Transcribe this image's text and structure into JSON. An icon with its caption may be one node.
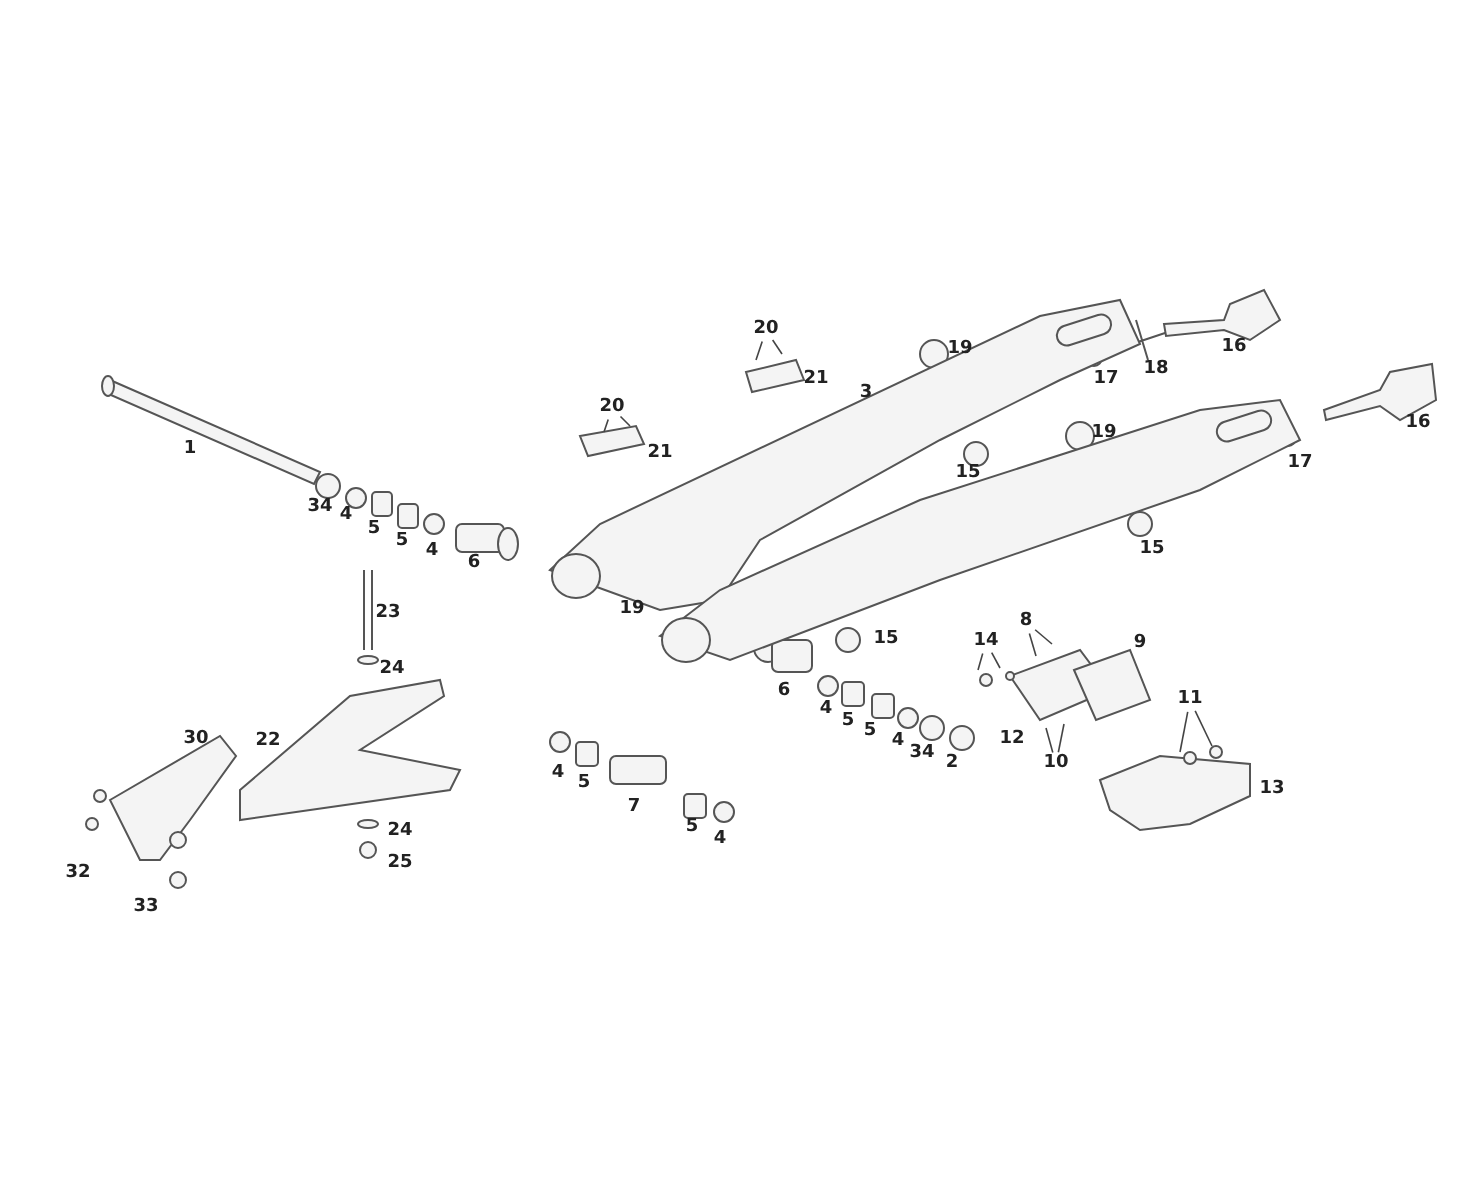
{
  "diagram": {
    "nodes": [
      {
        "text": [
          "20"
        ]
      },
      {
        "text": [
          "20"
        ]
      },
      {
        "text": [
          "8"
        ]
      },
      {
        "text": [
          "14"
        ]
      },
      {
        "text": [
          "10"
        ]
      },
      {
        "text": [
          "11"
        ]
      }
    ],
    "edges": [
      {
        "from": 0,
        "to": null,
        "arrow": "none"
      },
      {
        "from": 0,
        "to": null,
        "arrow": "none"
      },
      {
        "from": 1,
        "to": null,
        "arrow": "none"
      },
      {
        "from": 1,
        "to": null,
        "arrow": "none"
      },
      {
        "from": 2,
        "to": null,
        "arrow": "none"
      },
      {
        "from": 2,
        "to": null,
        "arrow": "none"
      },
      {
        "from": 3,
        "to": null,
        "arrow": "none"
      },
      {
        "from": 3,
        "to": null,
        "arrow": "none"
      },
      {
        "from": 4,
        "to": null,
        "arrow": "none"
      },
      {
        "from": 4,
        "to": null,
        "arrow": "none"
      },
      {
        "from": 5,
        "to": null,
        "arrow": "none"
      },
      {
        "from": 5,
        "to": null,
        "arrow": "none"
      }
    ],
    "labels": [
      "19",
      "16",
      "21",
      "17",
      "18",
      "3",
      "16",
      "21",
      "1",
      "19",
      "17",
      "15",
      "34",
      "4",
      "5",
      "5",
      "4",
      "15",
      "6",
      "19",
      "23",
      "15",
      "9",
      "24",
      "6",
      "4",
      "5",
      "5",
      "4",
      "12",
      "30",
      "22",
      "34",
      "2",
      "4",
      "5",
      "13",
      "7",
      "5",
      "4",
      "24",
      "25",
      "32",
      "33"
    ]
  }
}
